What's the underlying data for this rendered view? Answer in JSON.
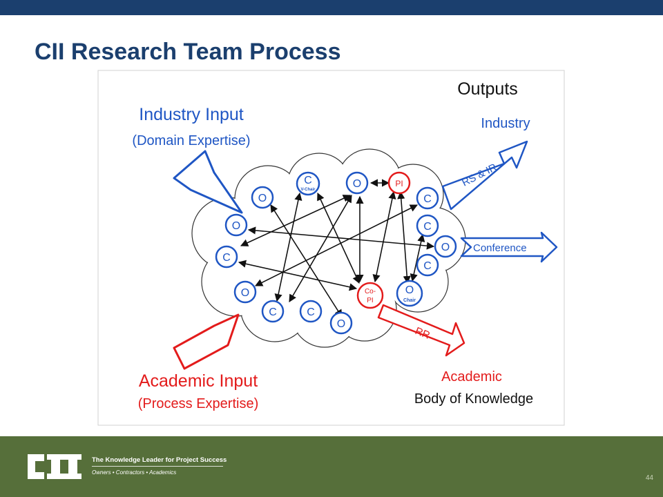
{
  "slide": {
    "title": "CII Research Team Process",
    "page_number": "44"
  },
  "colors": {
    "navy": "#1b3f6e",
    "blue": "#1f56c4",
    "red": "#e31b1b",
    "footer_green": "#566f3a"
  },
  "diagram": {
    "outputs_heading": "Outputs",
    "industry_input": {
      "title": "Industry Input",
      "subtitle": "(Domain Expertise)"
    },
    "academic_input": {
      "title": "Academic Input",
      "subtitle": "(Process Expertise)"
    },
    "outputs": {
      "industry": "Industry",
      "rs_ir": "RS & IR",
      "conference": "Conference",
      "rr": "RR",
      "academic": "Academic",
      "body_of_knowledge": "Body of Knowledge"
    },
    "nodes": [
      {
        "id": "c-vchair",
        "letter": "C",
        "sub": "V-Chair",
        "color": "blue"
      },
      {
        "id": "o-top",
        "letter": "O",
        "sub": "",
        "color": "blue"
      },
      {
        "id": "pi",
        "letter": "PI",
        "sub": "",
        "color": "red"
      },
      {
        "id": "o-1",
        "letter": "O",
        "sub": "",
        "color": "blue"
      },
      {
        "id": "o-2",
        "letter": "O",
        "sub": "",
        "color": "blue"
      },
      {
        "id": "c-left",
        "letter": "C",
        "sub": "",
        "color": "blue"
      },
      {
        "id": "o-left",
        "letter": "O",
        "sub": "",
        "color": "blue"
      },
      {
        "id": "c-bottom-1",
        "letter": "C",
        "sub": "",
        "color": "blue"
      },
      {
        "id": "c-bottom-2",
        "letter": "C",
        "sub": "",
        "color": "blue"
      },
      {
        "id": "o-bottom",
        "letter": "O",
        "sub": "",
        "color": "blue"
      },
      {
        "id": "co-pi",
        "letter": "Co-",
        "sub": "PI",
        "color": "red"
      },
      {
        "id": "o-chair",
        "letter": "O",
        "sub": "Chair",
        "color": "blue"
      },
      {
        "id": "c-right-1",
        "letter": "C",
        "sub": "",
        "color": "blue"
      },
      {
        "id": "c-right-2",
        "letter": "C",
        "sub": "",
        "color": "blue"
      },
      {
        "id": "o-right",
        "letter": "O",
        "sub": "",
        "color": "blue"
      },
      {
        "id": "c-right-3",
        "letter": "C",
        "sub": "",
        "color": "blue"
      }
    ]
  },
  "footer": {
    "tagline": "The Knowledge Leader for Project Success",
    "subtag": "Owners • Contractors • Academics",
    "logo_text": "CII"
  }
}
